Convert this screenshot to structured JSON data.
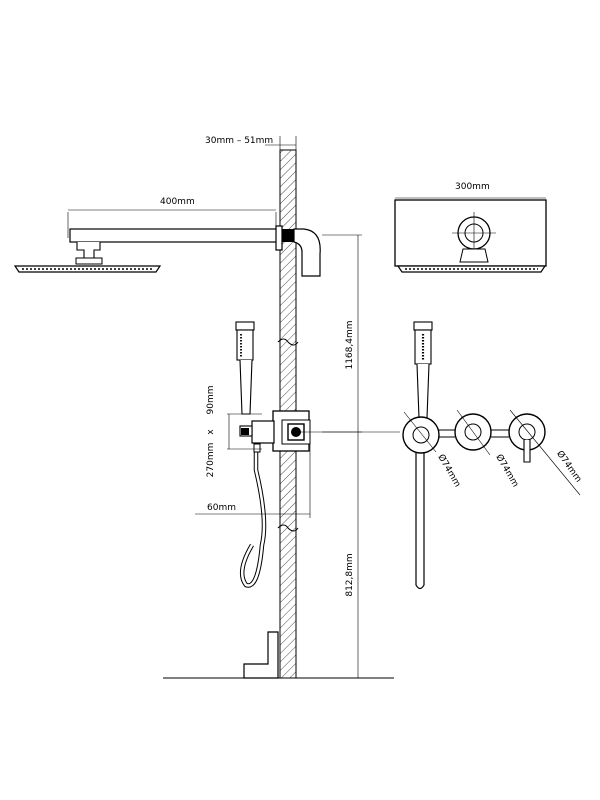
{
  "dimensions": {
    "wall_thickness": "30mm – 51mm",
    "arm_length": "400mm",
    "head_width": "300mm",
    "arm_height": "1168,4mm",
    "handle_offset": "90mm",
    "separator": "x",
    "valve_spacing": "270mm",
    "depth": "60mm",
    "valve_height": "812,8mm",
    "dia_1": "Ø74mm",
    "dia_2": "Ø74mm",
    "dia_3": "Ø74mm"
  }
}
